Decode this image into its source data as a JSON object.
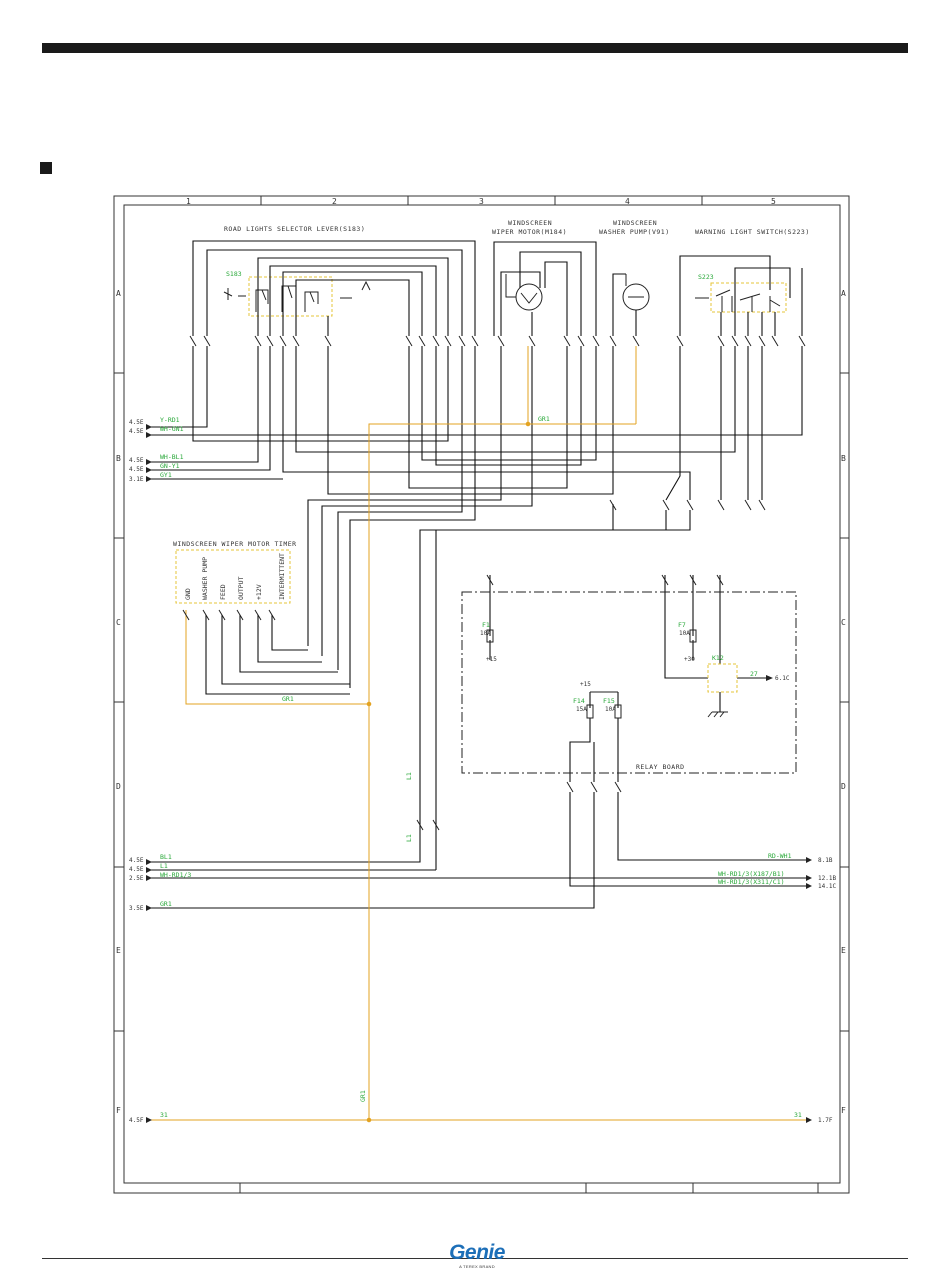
{
  "logo": {
    "brand": "Genie",
    "tagline": "A TEREX BRAND"
  },
  "grid": {
    "columns": [
      "1",
      "2",
      "3",
      "4",
      "5"
    ],
    "rows": [
      "A",
      "B",
      "C",
      "D",
      "E",
      "F"
    ]
  },
  "components": {
    "road_lights_lever": "ROAD LIGHTS SELECTOR LEVER(S183)",
    "wiper_motor_line1": "WINDSCREEN",
    "wiper_motor_line2": "WIPER MOTOR(M184)",
    "washer_pump_line1": "WINDSCREEN",
    "washer_pump_line2": "WASHER PUMP(V91)",
    "warning_switch": "WARNING LIGHT SWITCH(S223)",
    "wiper_timer": "WINDSCREEN WIPER MOTOR TIMER",
    "relay_board": "RELAY BOARD",
    "s183_tag": "S183",
    "s223_tag": "S223",
    "k12": "K12"
  },
  "timer_pins": [
    "GND",
    "WASHER PUMP",
    "FEED",
    "OUTPUT",
    "+12V",
    "INTERMITTENT"
  ],
  "fuses": [
    {
      "id": "F1",
      "rating": "10A",
      "feed": "+15"
    },
    {
      "id": "F7",
      "rating": "10A",
      "feed": "+30"
    },
    {
      "id": "F14",
      "rating": "15A",
      "feed": "+15"
    },
    {
      "id": "F15",
      "rating": "10A",
      "feed": ""
    }
  ],
  "left_refs": [
    "4.5E",
    "4.5E",
    "4.5E",
    "4.5E",
    "3.1E",
    "4.5E",
    "4.5E",
    "2.5E",
    "3.5E",
    "4.5F"
  ],
  "left_wires": [
    "Y-RD1",
    "WH-GN1",
    "WH-BL1",
    "GN-Y1",
    "GY1",
    "BL1",
    "L1",
    "WH-RD1/3",
    "GR1"
  ],
  "right_wires": [
    "RD-WH1",
    "WH-RD1/3(X187/B1)",
    "WH-RD1/3(X311/C1)"
  ],
  "right_refs": [
    "8.1B",
    "12.1B",
    "14.1C",
    "1.7F"
  ],
  "relay_output": {
    "num": "27",
    "ref": "6.1C"
  },
  "ground_net": {
    "label": "31",
    "wire": "GR1"
  },
  "mid_wire_labels": [
    "GR1",
    "GR1",
    "L1",
    "L1"
  ]
}
